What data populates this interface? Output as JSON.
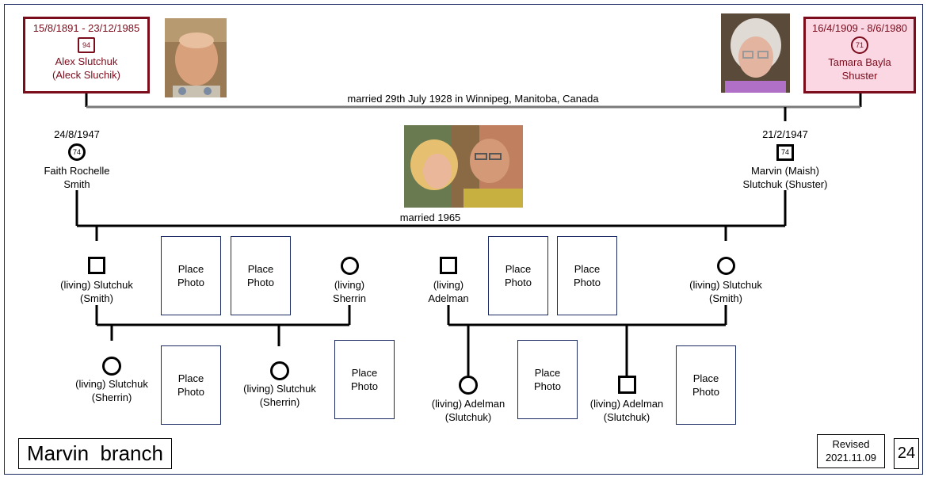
{
  "parents": {
    "father": {
      "dates": "15/8/1891 - 23/12/1985",
      "age": "94",
      "name1": "Alex Slutchuk",
      "name2": "(Aleck Sluchik)"
    },
    "mother": {
      "dates": "16/4/1909 - 8/6/1980",
      "age": "71",
      "name1": "Tamara Bayla",
      "name2": "Shuster"
    },
    "marriage": "married 29th July 1928 in Winnipeg, Manitoba, Canada",
    "colors": {
      "border": "#7a0c1c",
      "mother_fill": "#fbd7e4"
    }
  },
  "couple": {
    "faith": {
      "birth": "24/8/1947",
      "age": "74",
      "name1": "Faith Rochelle",
      "name2": "Smith"
    },
    "marvin": {
      "birth": "21/2/1947",
      "age": "74",
      "name1": "Marvin (Maish)",
      "name2": "Slutchuk (Shuster)"
    },
    "marriage": "married 1965"
  },
  "children": {
    "c1": {
      "name1": "(living) Slutchuk",
      "name2": "(Smith)"
    },
    "c1_spouse": {
      "name1": "(living)",
      "name2": "Sherrin"
    },
    "c2_spouse": {
      "name1": "(living)",
      "name2": "Adelman"
    },
    "c2": {
      "name1": "(living) Slutchuk",
      "name2": "(Smith)"
    }
  },
  "grandchildren": {
    "g1": {
      "name1": "(living) Slutchuk",
      "name2": "(Sherrin)"
    },
    "g2": {
      "name1": "(living) Slutchuk",
      "name2": "(Sherrin)"
    },
    "g3": {
      "name1": "(living) Adelman",
      "name2": "(Slutchuk)"
    },
    "g4": {
      "name1": "(living) Adelman",
      "name2": "(Slutchuk)"
    }
  },
  "placeholder_label": "Place\nPhoto",
  "footer": {
    "branch": "Marvin  branch",
    "revised_label": "Revised",
    "revised_date": "2021.11.09",
    "page": "24"
  }
}
